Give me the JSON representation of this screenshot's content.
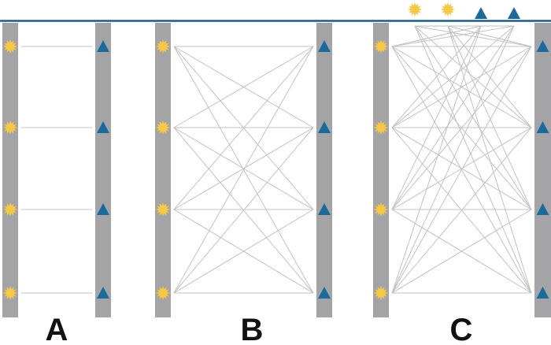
{
  "colors": {
    "bar": "#a4a4a6",
    "line": "#c2c2c2",
    "top_rule": "#1d5d86",
    "sun": "#f6c844",
    "triangle": "#1b6a9c",
    "label": "#111111"
  },
  "icons": {
    "left_end": "sun-icon",
    "right_end": "triangle-icon"
  },
  "panels": [
    {
      "label": "A",
      "connections": "one-to-one",
      "left_count": 4,
      "right_count": 4,
      "extra_top_suns": 0,
      "extra_top_triangles": 0
    },
    {
      "label": "B",
      "connections": "all-to-all",
      "left_count": 4,
      "right_count": 4,
      "extra_top_suns": 0,
      "extra_top_triangles": 0
    },
    {
      "label": "C",
      "connections": "all-to-all-with-extra",
      "left_count": 4,
      "right_count": 4,
      "extra_top_suns": 2,
      "extra_top_triangles": 2
    }
  ]
}
